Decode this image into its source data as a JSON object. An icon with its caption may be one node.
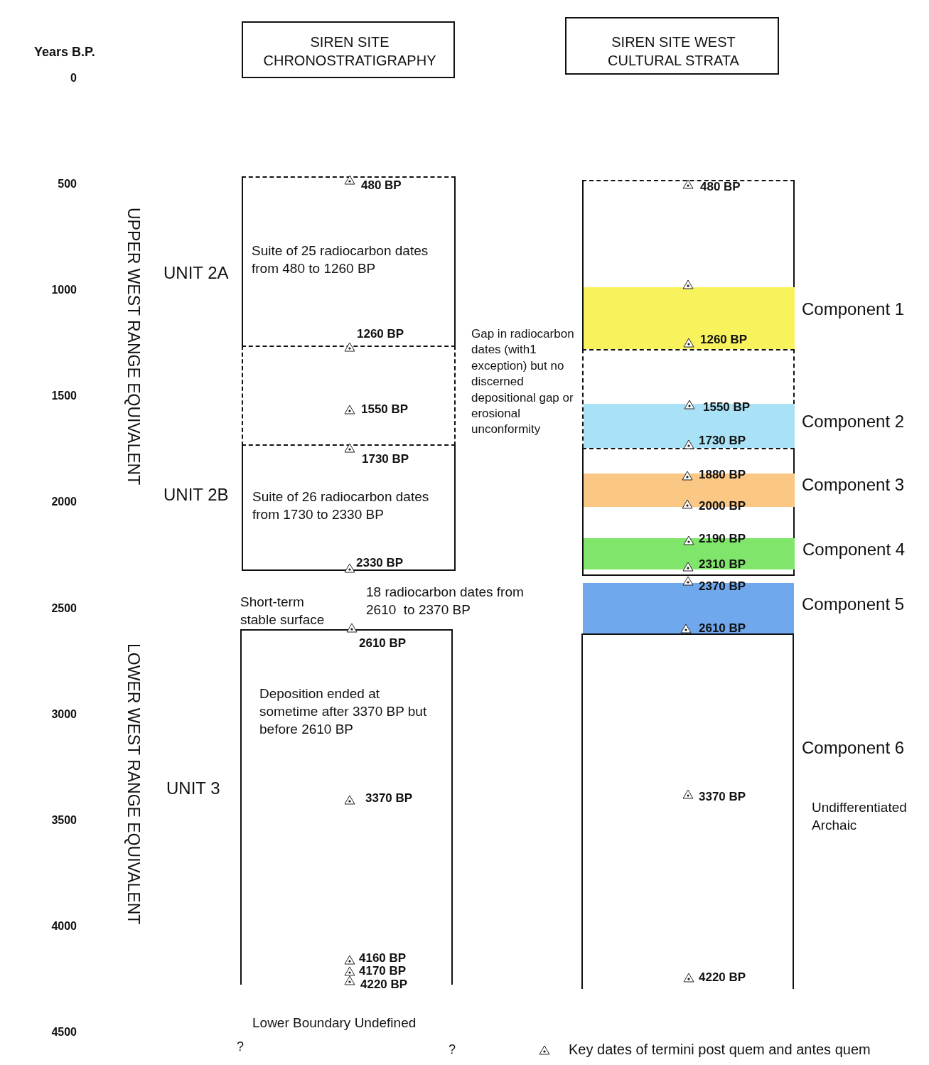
{
  "diagram": {
    "nodes": [
      {
        "text": [
          "SIREN SITE CHRONOSTRATIGRAPHY"
        ]
      },
      {
        "text": [
          "SIREN SITE WEST CULTURAL STRATA"
        ]
      },
      {
        "text": [
          "Suite of 25 radiocarbon dates from 480 to 1260 BP"
        ],
        "beside": [
          "UNIT 2A"
        ]
      },
      {
        "text": [],
        "shape": "box"
      },
      {
        "text": [
          "Suite of 26 radiocarbon dates from 1730 to 2330 BP"
        ],
        "beside": [
          "UNIT 2B"
        ]
      },
      {
        "text": [
          "Deposition ended at sometime after 3370 BP but before 2610 BP"
        ],
        "beside": [
          "UNIT 3"
        ]
      },
      {
        "text": [],
        "shape": "box"
      },
      {
        "text": [
          "Component 1"
        ],
        "in": 6
      },
      {
        "text": [],
        "shape": "box"
      },
      {
        "text": [
          "Component 2"
        ],
        "in": 8
      },
      {
        "text": [],
        "shape": "box"
      },
      {
        "text": [
          "Component 3"
        ],
        "in": 10
      },
      {
        "text": [
          "Component 4"
        ],
        "in": 10
      },
      {
        "text": [
          "Component 5"
        ]
      },
      {
        "text": [
          "Component 6",
          "Undifferentiated Archaic"
        ]
      }
    ],
    "labels": [
      "Years B.P.",
      "0",
      "500",
      "1000",
      "1500",
      "2000",
      "2500",
      "3000",
      "3500",
      "4000",
      "4500",
      "UPPER WEST RANGE EQUIVALENT",
      "LOWER WEST RANGE EQUIVALENT",
      "480 BP",
      "1260 BP",
      "1550 BP",
      "1730 BP",
      "2330 BP",
      "2610 BP",
      "3370 BP",
      "4160 BP",
      "4170 BP",
      "4220 BP",
      "Gap in radiocarbon dates (with1 exception) but no discerned depositional gap or erosional unconformity",
      "Short-term stable surface",
      "18 radiocarbon dates from 2610  to 2370 BP",
      "Lower Boundary Undefined",
      "?",
      "?",
      "480 BP",
      "1260 BP",
      "1550 BP",
      "1730 BP",
      "1880 BP",
      "2000 BP",
      "2190 BP",
      "2310 BP",
      "2370 BP",
      "2610 BP",
      "3370 BP",
      "4220 BP"
    ],
    "legend": [
      {
        "text": "Key dates of termini post quem and antes quem"
      }
    ]
  }
}
